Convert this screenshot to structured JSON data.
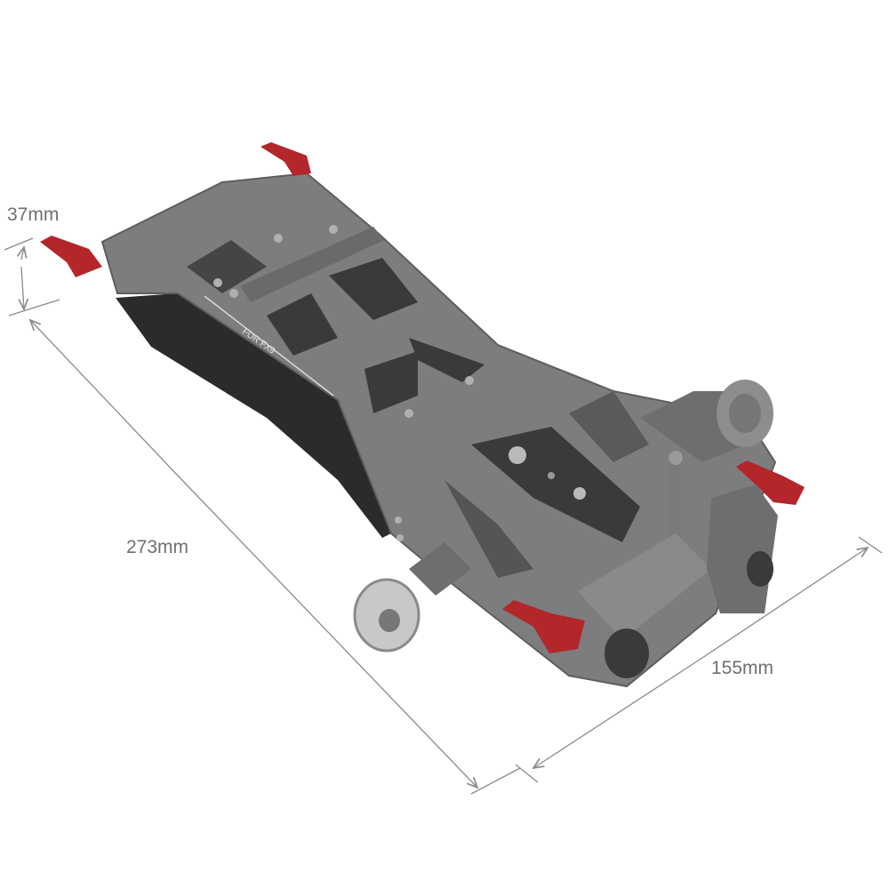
{
  "dimensions": {
    "height": "37mm",
    "length": "273mm",
    "width": "155mm"
  },
  "product": {
    "engraving": "FOR FX9"
  },
  "colors": {
    "body": "#7d7d7f",
    "body_dark": "#5e5e60",
    "grip": "#2b2b2b",
    "lever": "#b3262a",
    "dimension_line": "#8a8a8a"
  }
}
